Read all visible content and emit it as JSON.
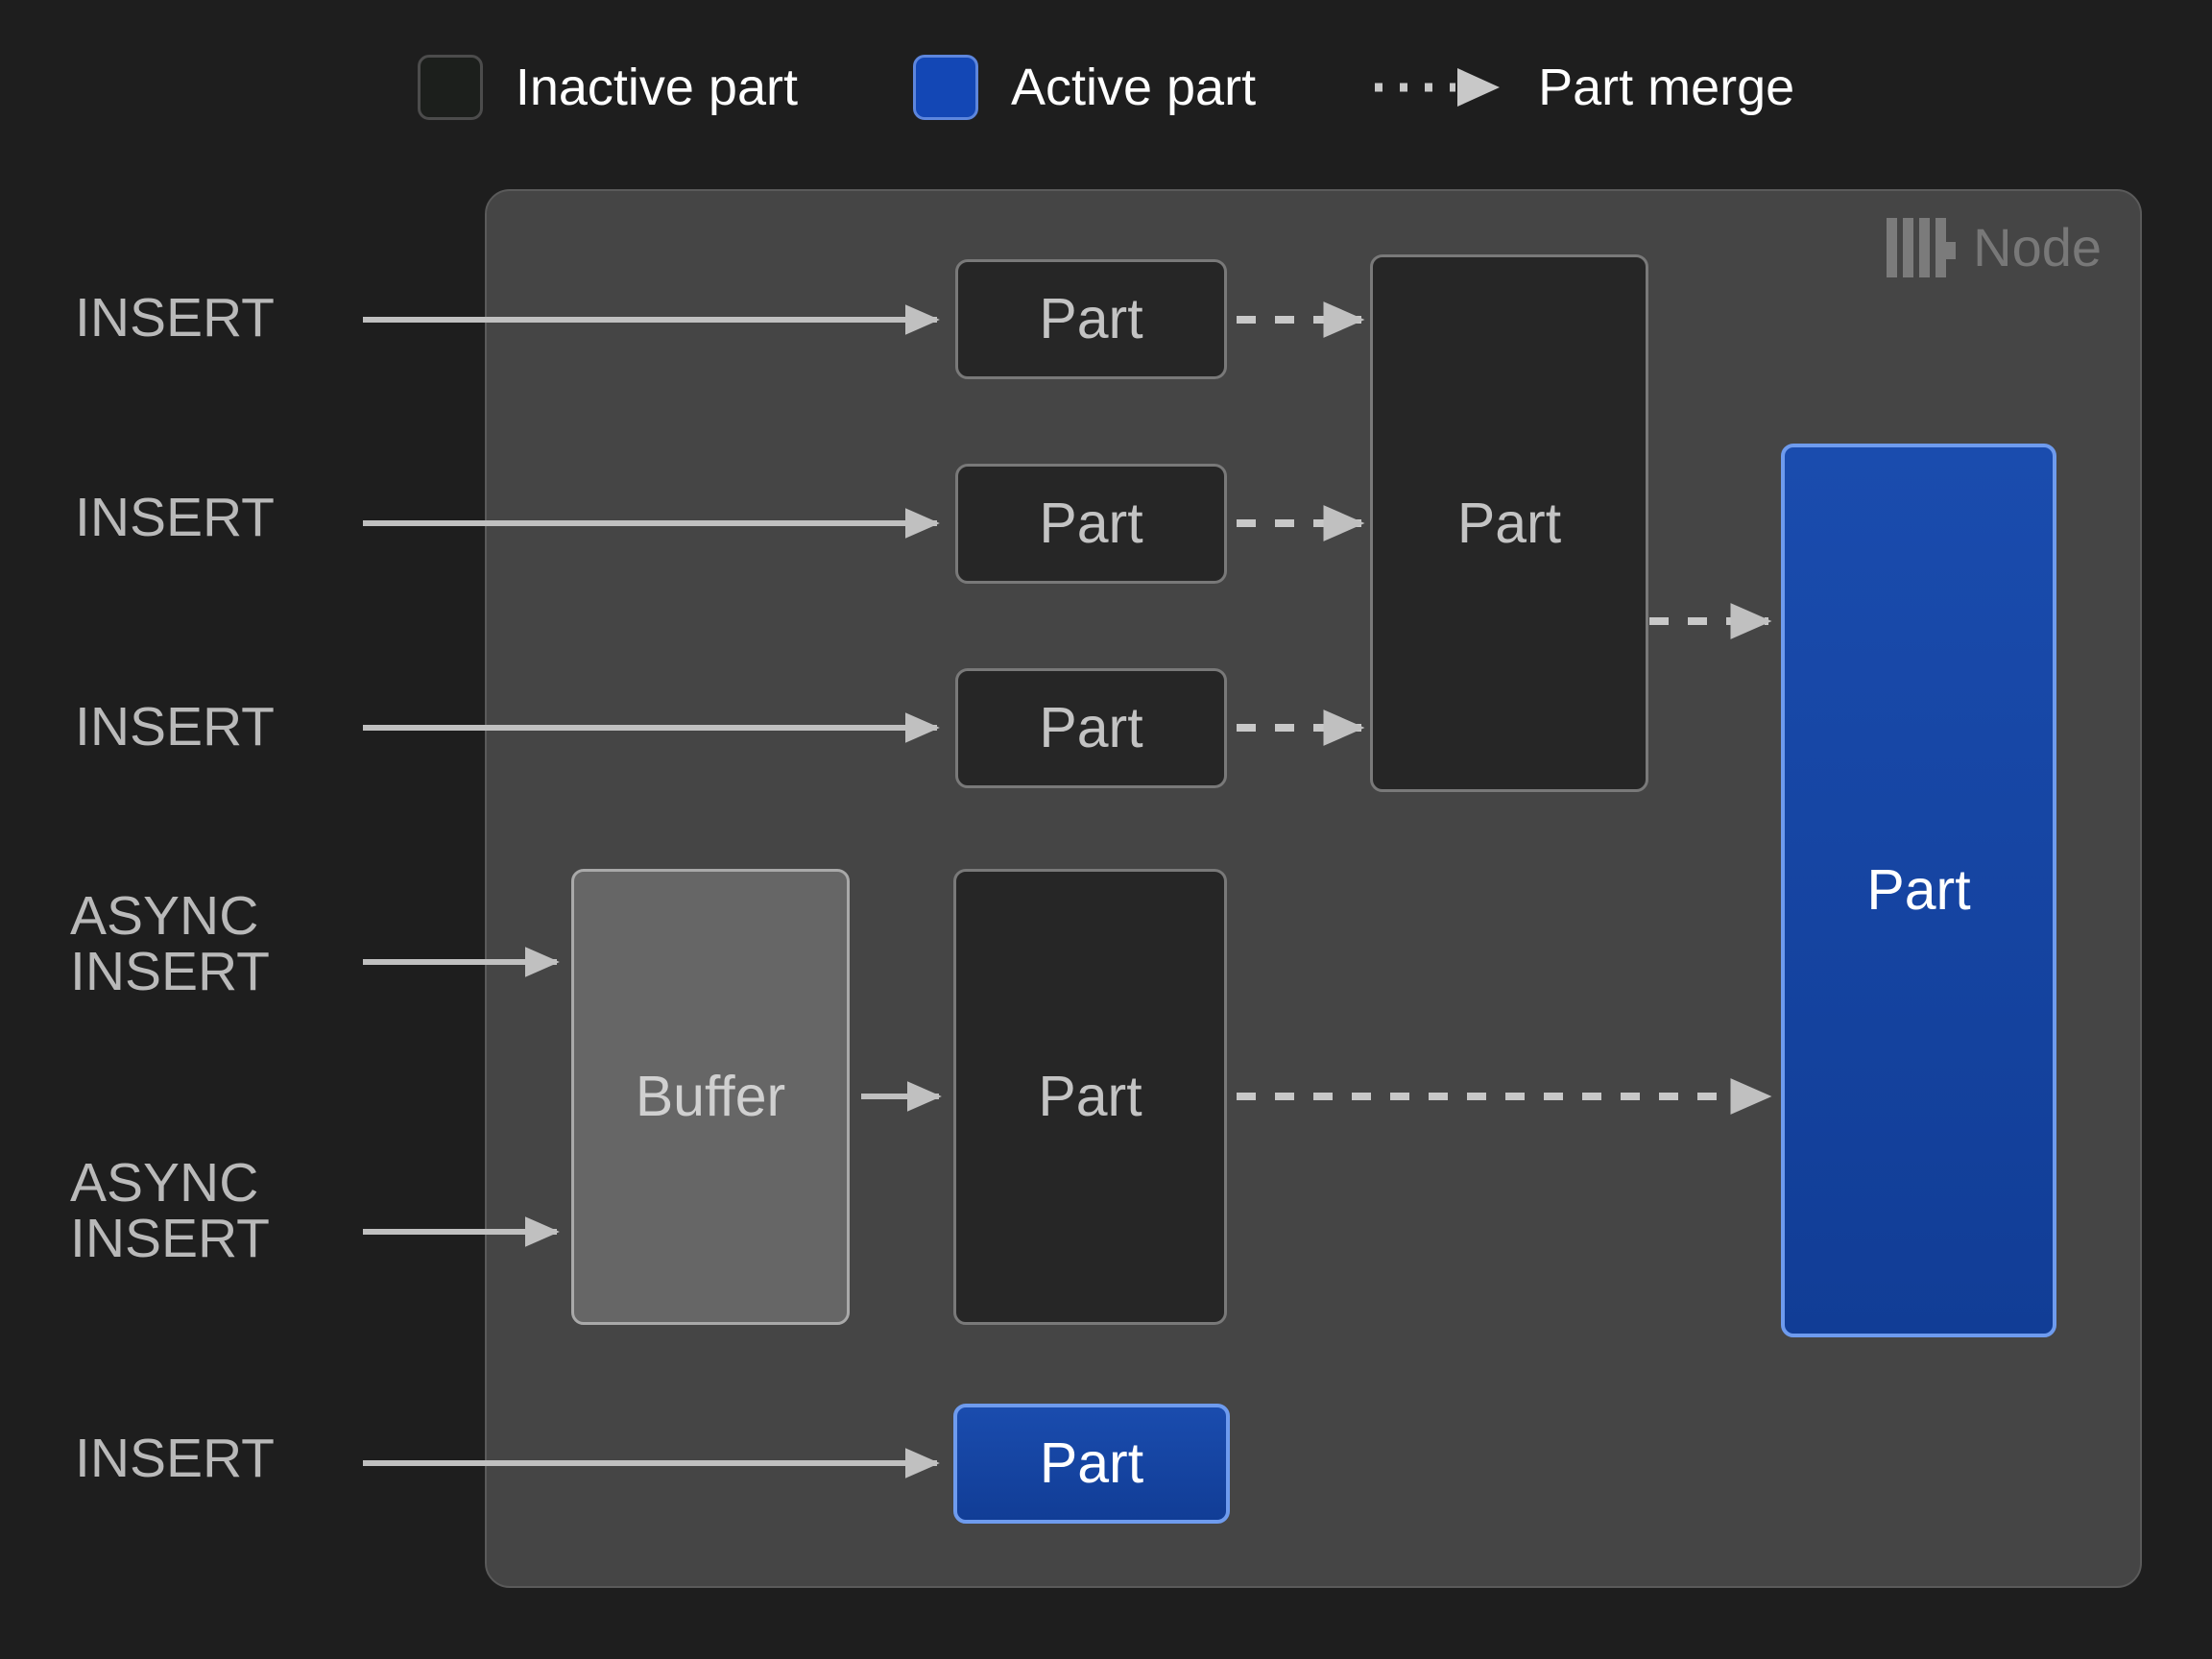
{
  "legend": {
    "items": [
      {
        "icon": "inactive-part-swatch",
        "label": "Inactive part",
        "color": "#1c1f1c"
      },
      {
        "icon": "active-part-swatch",
        "label": "Active part",
        "color": "#1347b5"
      },
      {
        "icon": "part-merge-dashed-arrow",
        "label": "Part merge",
        "color": "#c8c8c8"
      }
    ]
  },
  "node": {
    "title": "Node",
    "logo_icon": "clickhouse-logo-icon",
    "background": "#454545"
  },
  "operations": [
    {
      "label": "INSERT"
    },
    {
      "label": "INSERT"
    },
    {
      "label": "INSERT"
    },
    {
      "label": "ASYNC\nINSERT"
    },
    {
      "label": "ASYNC\nINSERT"
    },
    {
      "label": "INSERT"
    }
  ],
  "boxes": {
    "insert_part_1": {
      "label": "Part",
      "state": "inactive"
    },
    "insert_part_2": {
      "label": "Part",
      "state": "inactive"
    },
    "insert_part_3": {
      "label": "Part",
      "state": "inactive"
    },
    "merged_part": {
      "label": "Part",
      "state": "inactive"
    },
    "buffer": {
      "label": "Buffer",
      "state": "buffer"
    },
    "buffer_part": {
      "label": "Part",
      "state": "inactive"
    },
    "final_part": {
      "label": "Part",
      "state": "active"
    },
    "insert_active_part": {
      "label": "Part",
      "state": "active"
    }
  },
  "colors": {
    "page_background": "#1e1e1e",
    "node_background": "#454545",
    "inactive_fill": "#262626",
    "inactive_border": "#797979",
    "active_fill": "#14429f",
    "active_border": "#6e9bee",
    "buffer_fill": "#666666",
    "arrow": "#c0c0c0",
    "label_text": "#b9b9b9",
    "node_title": "#787878"
  }
}
